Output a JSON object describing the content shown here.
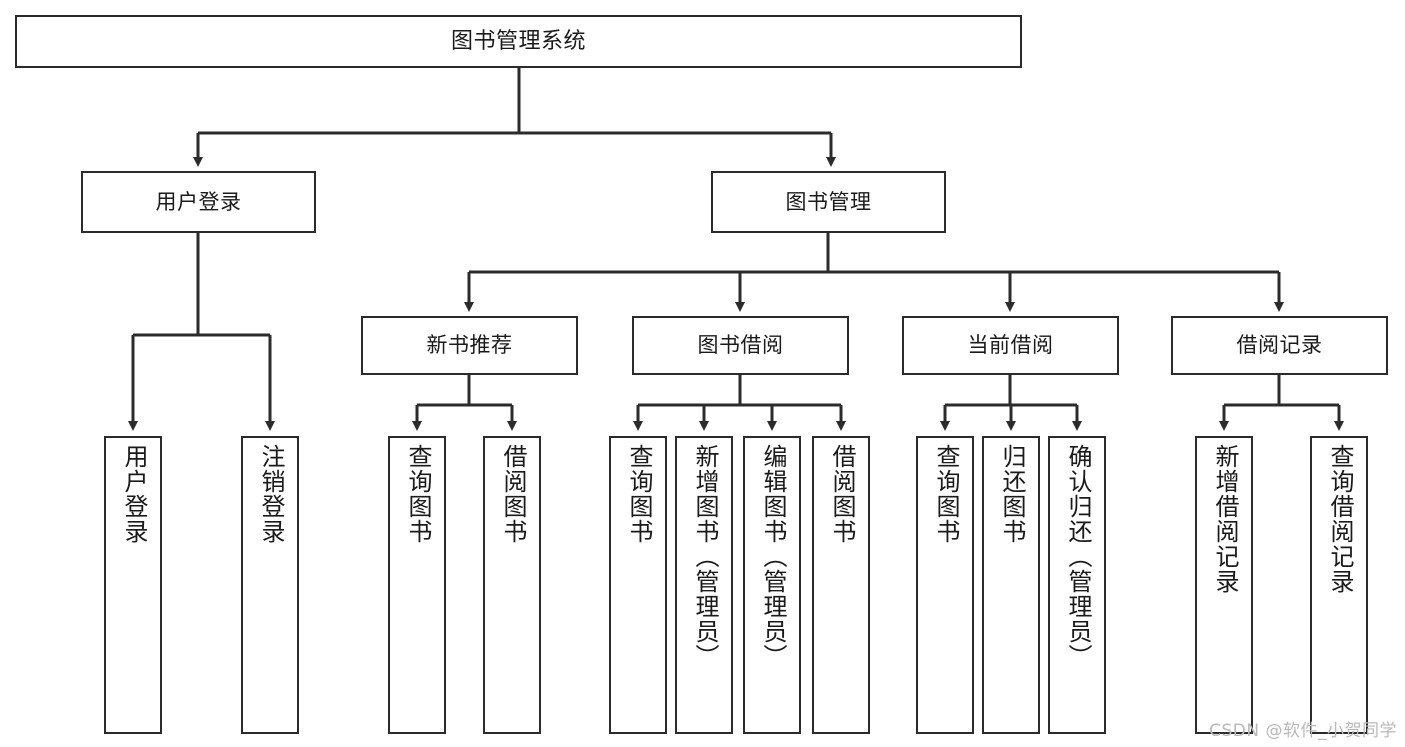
{
  "diagram": {
    "title": "图书管理系统",
    "watermark": "CSDN @软件_小贺同学",
    "colors": {
      "stroke": "#2b2b2b",
      "fill": "#ffffff",
      "text": "#1a1a1a",
      "watermark": "#b9b9b9"
    },
    "root": {
      "label": "图书管理系统"
    },
    "level1": [
      {
        "label": "用户登录"
      },
      {
        "label": "图书管理"
      }
    ],
    "level2": [
      {
        "label": "新书推荐"
      },
      {
        "label": "图书借阅"
      },
      {
        "label": "当前借阅"
      },
      {
        "label": "借阅记录"
      }
    ],
    "leaves": {
      "user_login": [
        {
          "label": "用户登录"
        },
        {
          "label": "注销登录"
        }
      ],
      "new_book": [
        {
          "label": "查询图书"
        },
        {
          "label": "借阅图书"
        }
      ],
      "book_borrow": [
        {
          "label": "查询图书"
        },
        {
          "label": "新增图书（管理员）"
        },
        {
          "label": "编辑图书（管理员）"
        },
        {
          "label": "借阅图书"
        }
      ],
      "current_borrow": [
        {
          "label": "查询图书"
        },
        {
          "label": "归还图书"
        },
        {
          "label": "确认归还（管理员）"
        }
      ],
      "borrow_record": [
        {
          "label": "新增借阅记录"
        },
        {
          "label": "查询借阅记录"
        }
      ]
    }
  }
}
